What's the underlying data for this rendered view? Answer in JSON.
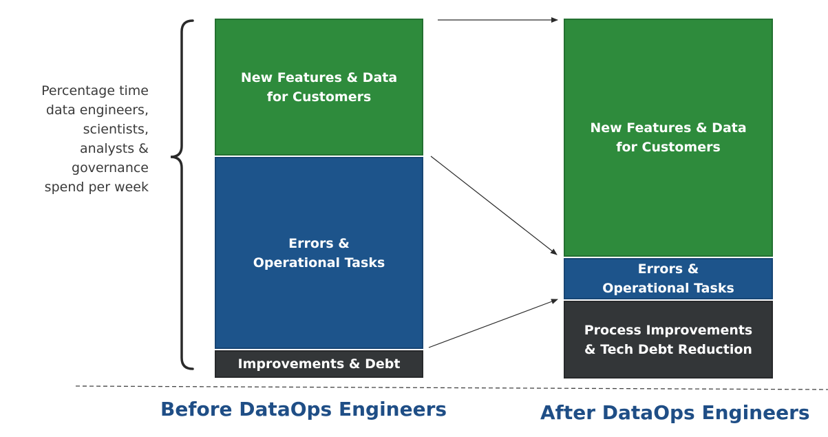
{
  "side_label": [
    "Percentage time",
    "data engineers,",
    "scientists,",
    "analysts &",
    "governance",
    "spend per week"
  ],
  "before": {
    "caption": "Before DataOps Engineers",
    "new_features": [
      "New Features & Data",
      "for Customers"
    ],
    "errors": [
      "Errors &",
      "Operational Tasks"
    ],
    "improvements": [
      "Improvements & Debt"
    ]
  },
  "after": {
    "caption": "After DataOps Engineers",
    "new_features": [
      "New Features & Data",
      "for Customers"
    ],
    "errors": [
      "Errors &",
      "Operational Tasks"
    ],
    "improvements": [
      "Process Improvements",
      "& Tech Debt Reduction"
    ]
  },
  "colors": {
    "new_features": "#2e8b3c",
    "errors": "#1d548b",
    "improvements": "#333638",
    "caption": "#1f4e86"
  }
}
